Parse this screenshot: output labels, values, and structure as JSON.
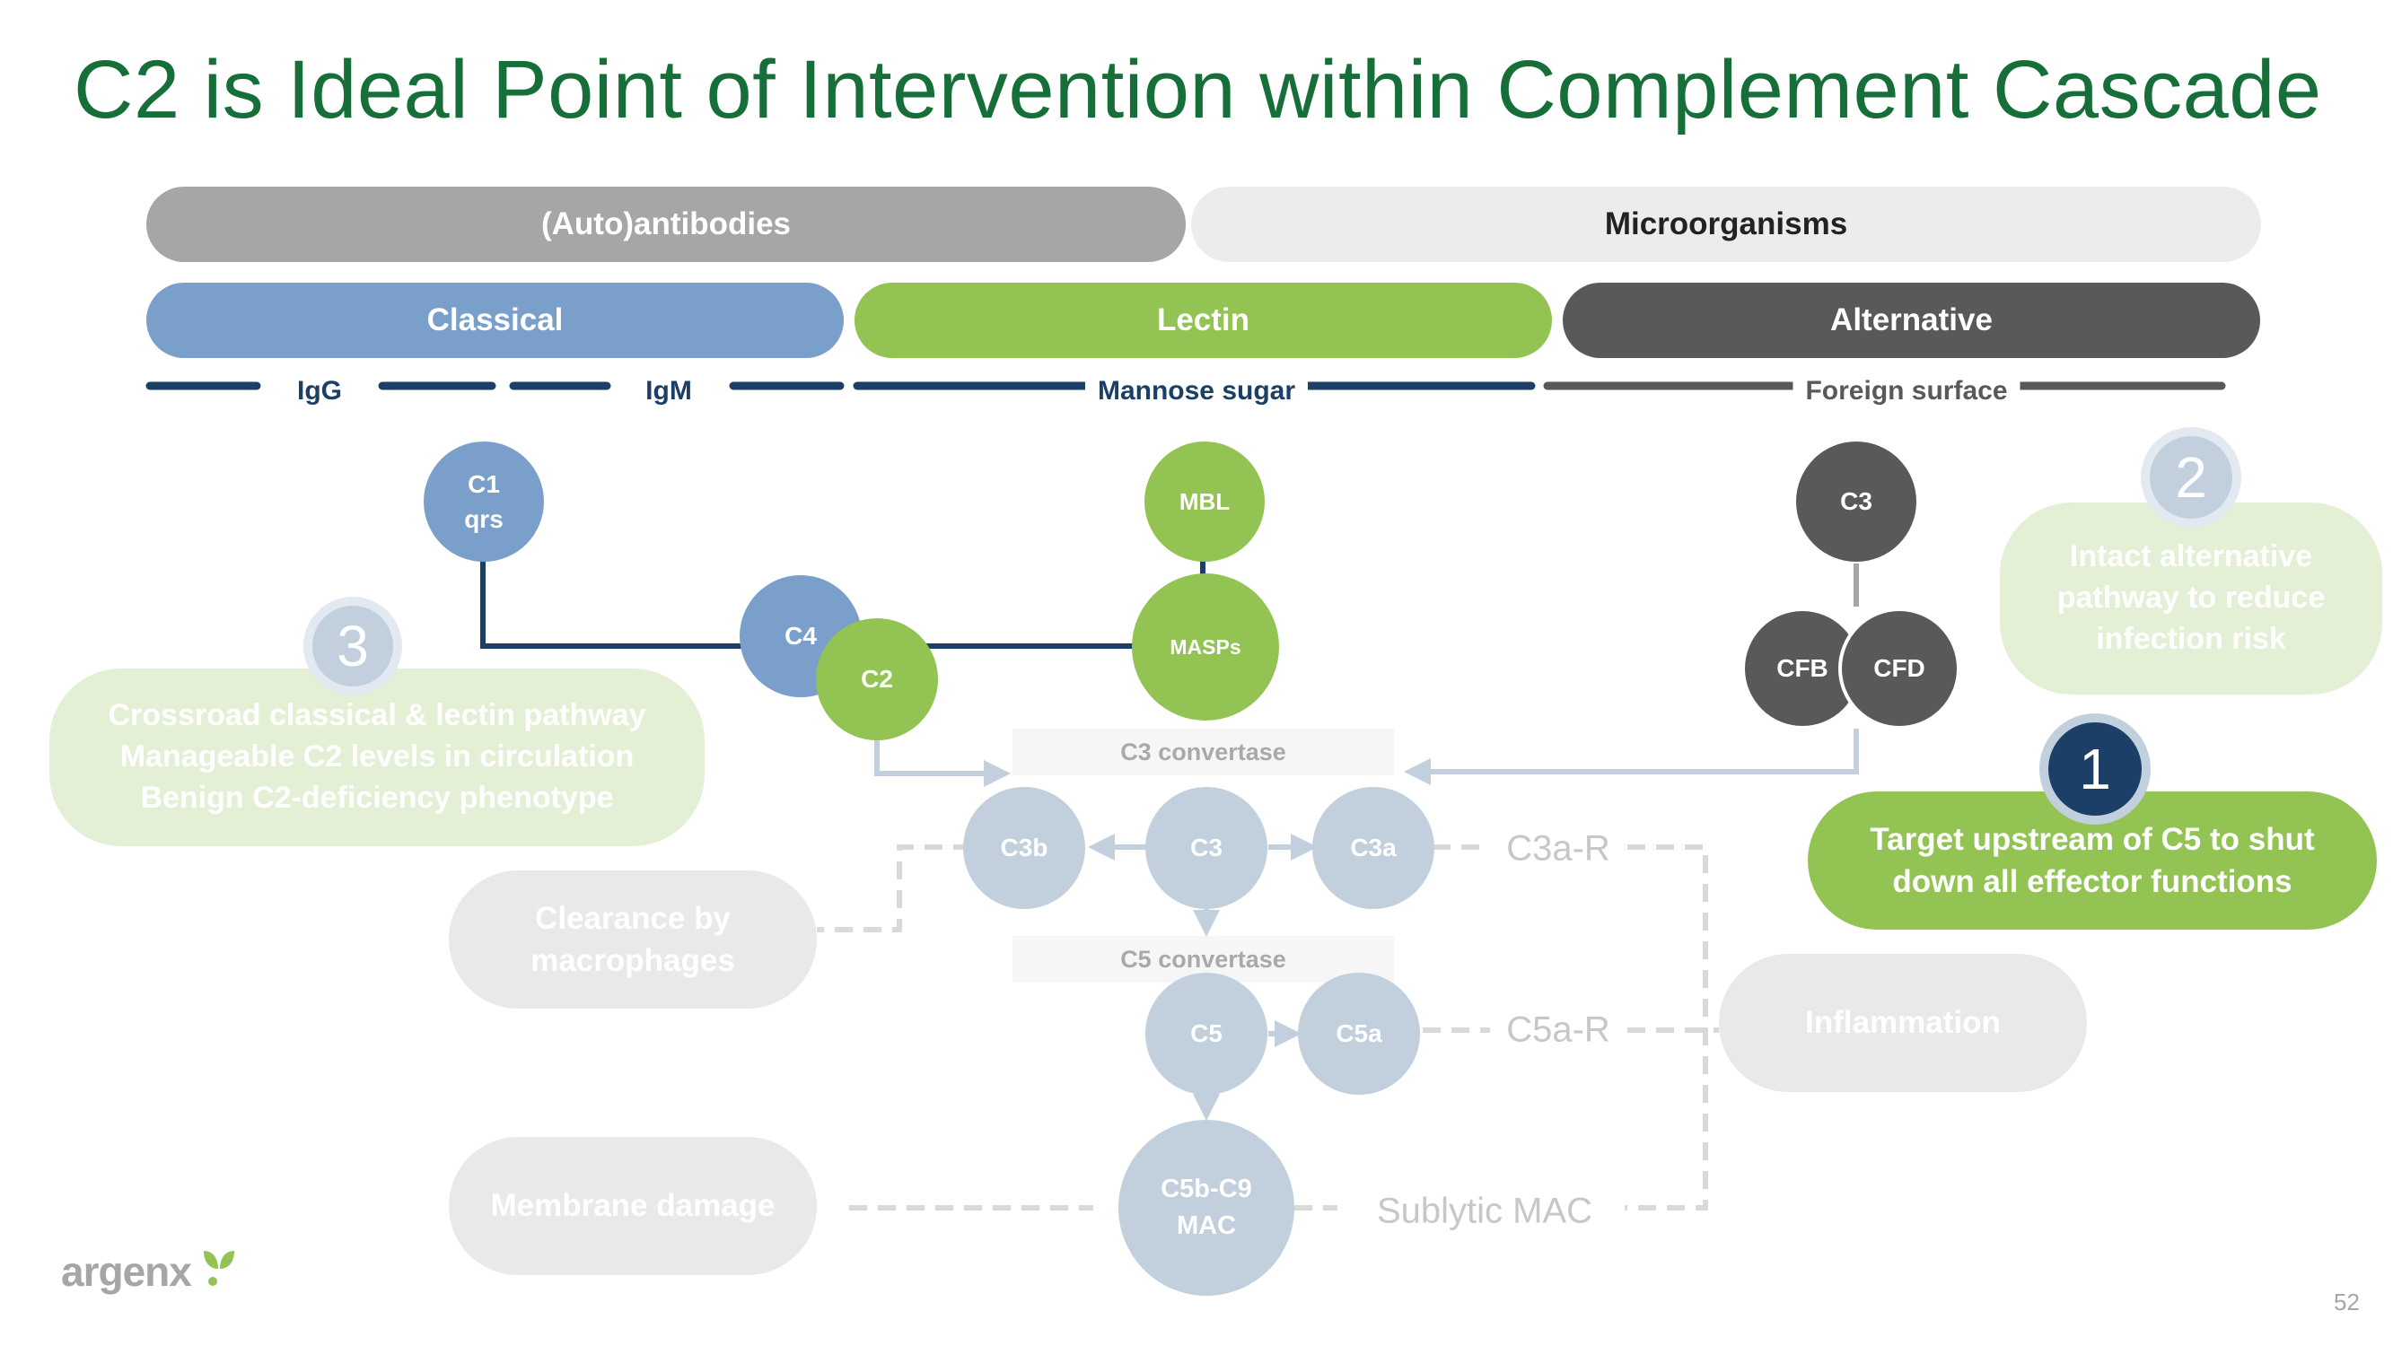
{
  "title": "C2 is Ideal Point of Intervention within Complement Cascade",
  "triggers": {
    "autoantibodies": "(Auto)antibodies",
    "microorganisms": "Microorganisms"
  },
  "pathways": {
    "classical": "Classical",
    "lectin": "Lectin",
    "alternative": "Alternative"
  },
  "recognition": {
    "igg": "IgG",
    "igm": "IgM",
    "mannose": "Mannose sugar",
    "foreign": "Foreign surface"
  },
  "nodes": {
    "c1_line1": "C1",
    "c1_line2": "qrs",
    "mbl": "MBL",
    "c3_top": "C3",
    "c4": "C4",
    "c2": "C2",
    "masps": "MASPs",
    "cfb": "CFB",
    "cfd": "CFD",
    "c3b": "C3b",
    "c3_mid": "C3",
    "c3a": "C3a",
    "c5": "C5",
    "c5a": "C5a",
    "mac_line1": "C5b-C9",
    "mac_line2": "MAC"
  },
  "convertases": {
    "c3": "C3 convertase",
    "c5": "C5 convertase"
  },
  "receptors": {
    "c3ar": "C3a-R",
    "c5ar": "C5a-R",
    "sublytic": "Sublytic MAC"
  },
  "effects": {
    "clearance": "Clearance by macrophages",
    "membrane": "Membrane damage",
    "inflammation": "Inflammation"
  },
  "callouts": [
    {
      "number": "1",
      "text": "Target upstream of C5 to shut down all effector functions"
    },
    {
      "number": "2",
      "text": "Intact alternative pathway to reduce infection risk"
    },
    {
      "number": "3",
      "lines": [
        "Crossroad classical & lectin pathway",
        "Manageable C2 levels in circulation",
        "Benign C2-deficiency phenotype"
      ]
    }
  ],
  "logo": "argenx",
  "page_number": "52",
  "colors": {
    "title": "#166f38",
    "classical": "#7a9fca",
    "lectin": "#92c353",
    "alternative": "#595959",
    "navy": "#1b3f66",
    "faded": "#c2cfdd"
  }
}
